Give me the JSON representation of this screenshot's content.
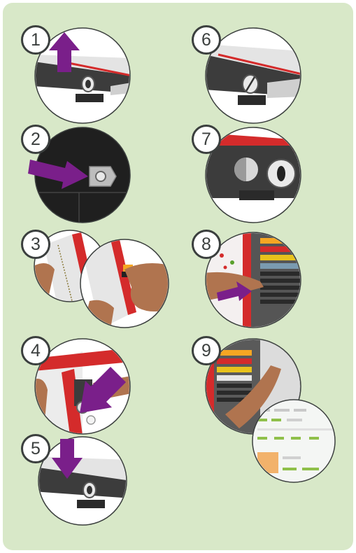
{
  "colors": {
    "background": "#d8e8c8",
    "badge_stroke": "#3b3f3e",
    "arrow": "#7a1f8a",
    "accent_red": "#d42b2b",
    "device_dark": "#3c3c3c",
    "skin": "#b0744f"
  },
  "steps": [
    {
      "number": "1",
      "arrow": "up"
    },
    {
      "number": "2",
      "arrow": "right"
    },
    {
      "number": "3",
      "arrow": "none"
    },
    {
      "number": "4",
      "arrow": "down-left"
    },
    {
      "number": "5",
      "arrow": "down"
    },
    {
      "number": "6",
      "arrow": "none"
    },
    {
      "number": "7",
      "arrow": "none"
    },
    {
      "number": "8",
      "arrow": "right"
    },
    {
      "number": "9",
      "arrow": "none"
    }
  ]
}
